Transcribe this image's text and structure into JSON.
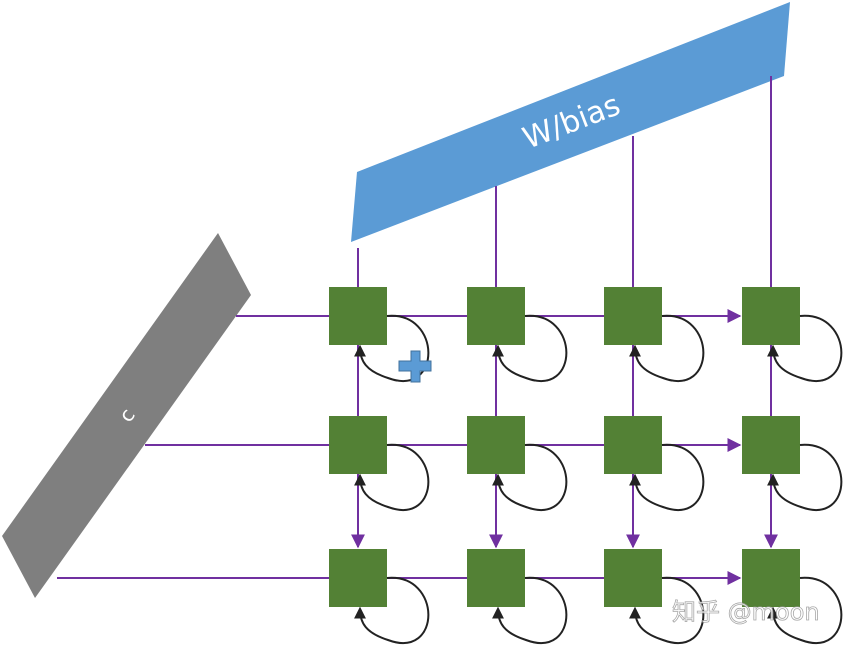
{
  "weights_block": {
    "label": "W/bias",
    "color": "#5B9BD5",
    "text_color": "#ffffff"
  },
  "input_block": {
    "label": "c",
    "color": "#7F7F7F",
    "text_color": "#ffffff"
  },
  "colors": {
    "cell": "#538135",
    "line": "#7030A0",
    "self_loop": "#222222",
    "plus": "#5B9BD5",
    "plus_stroke": "#41719C"
  },
  "grid": {
    "rows": 3,
    "cols": 4
  },
  "plus_symbol": {
    "icon": "plus-icon"
  },
  "watermark": {
    "text": "知乎 @moon"
  }
}
